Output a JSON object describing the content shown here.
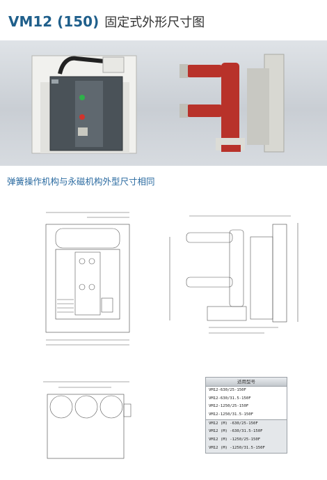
{
  "header": {
    "model": "VM12 (150)",
    "title_cn": "固定式外形尺寸图"
  },
  "subtitle": "弹簧操作机构与永磁机构外型尺寸相同",
  "table": {
    "header": "适用型号",
    "rows_a": [
      "VM12-630/25-150F",
      "VM12-630/31.5-150F",
      "VM12-1250/25-150F",
      "VM12-1250/31.5-150F"
    ],
    "rows_b": [
      "VM12 (M) -630/25-150F",
      "VM12 (M) -630/31.5-150F",
      "VM12 (M) -1250/25-150F",
      "VM12 (M) -1250/31.5-150F"
    ]
  },
  "colors": {
    "title": "#1f5f8b",
    "subtitle": "#2a6aa0",
    "pole_red": "#b8322a",
    "banner": "#d3d7dc"
  }
}
